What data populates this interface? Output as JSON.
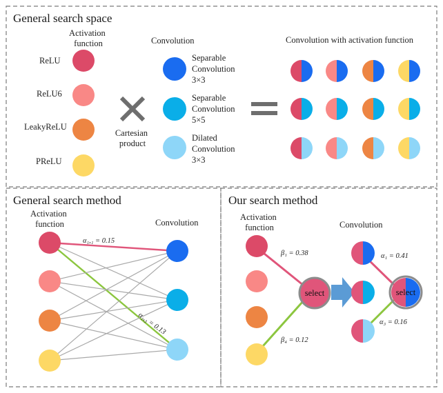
{
  "colors": {
    "relu": "#dc4a68",
    "relu6": "#f98886",
    "leakyrelu": "#ed8543",
    "prelu": "#fdd865",
    "sep3": "#1a6cf0",
    "sep5": "#0aaee8",
    "dil3": "#8ed6f8",
    "highlight_pink": "#e0557a",
    "highlight_green": "#8cc63f",
    "edge_gray": "#a8a8a8",
    "arrow": "#5b9bd5",
    "select_ring": "#8c8c8c",
    "panel_border": "#7a7a7a"
  },
  "top": {
    "title": "General search space",
    "activation_header": [
      "Activation",
      "function"
    ],
    "activations": [
      "ReLU",
      "ReLU6",
      "LeakyReLU",
      "PReLU"
    ],
    "times_caption": [
      "Cartesian",
      "product"
    ],
    "convolution_header": "Convolution",
    "convolutions": [
      [
        "Separable",
        "Convolution",
        "3×3"
      ],
      [
        "Separable",
        "Convolution",
        "5×5"
      ],
      [
        "Dilated",
        "Convolution",
        "3×3"
      ]
    ],
    "combined_header": "Convolution with activation function"
  },
  "left": {
    "title": "General search method",
    "activation_header": [
      "Activation",
      "function"
    ],
    "convolution_header": "Convolution",
    "weight_top": "α₁,₁ = 0.15",
    "weight_diag": "α₁,₃ = 0.13"
  },
  "right": {
    "title": "Our search method",
    "activation_header": [
      "Activation",
      "function"
    ],
    "convolution_header": "Convolution",
    "beta1": "β₁ = 0.38",
    "beta4": "β₄ = 0.12",
    "alpha1": "α₁ = 0.41",
    "alpha3": "α₃ = 0.16",
    "select_label": "select"
  }
}
